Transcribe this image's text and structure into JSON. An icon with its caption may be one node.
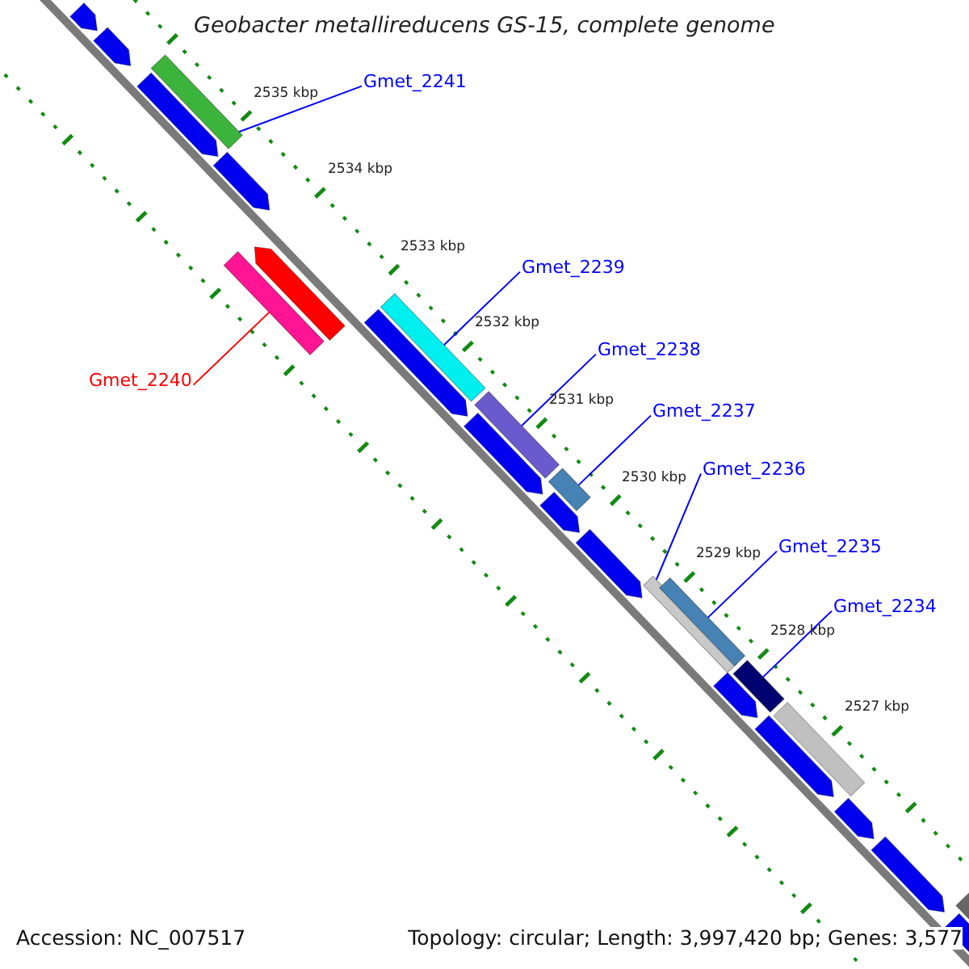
{
  "diagram": {
    "title": "Geobacter metallireducens GS-15, complete genome",
    "nodes": [
      {
        "text": [
          "Gmet_2241"
        ]
      },
      {
        "text": [],
        "shape": "bar"
      },
      {
        "text": [
          "Gmet_2239"
        ]
      },
      {
        "text": [],
        "shape": "bar"
      },
      {
        "text": [
          "Gmet_2240"
        ]
      },
      {
        "text": [],
        "shape": "bar"
      },
      {
        "text": [
          "Gmet_2238"
        ]
      },
      {
        "text": [],
        "shape": "bar"
      },
      {
        "text": [
          "Gmet_2237"
        ]
      },
      {
        "text": [],
        "shape": "bar"
      },
      {
        "text": [
          "Gmet_2236"
        ]
      },
      {
        "text": [],
        "shape": "bar"
      },
      {
        "text": [
          "Gmet_2235"
        ]
      },
      {
        "text": [],
        "shape": "bar"
      },
      {
        "text": [
          "Gmet_2234"
        ]
      },
      {
        "text": [],
        "shape": "bar"
      }
    ],
    "edges": [
      {
        "from": 0,
        "to": 1,
        "arrow": "none"
      },
      {
        "from": 2,
        "to": 3,
        "arrow": "none"
      },
      {
        "from": 4,
        "to": 5,
        "arrow": "none",
        "color": "#ff0000"
      },
      {
        "from": 6,
        "to": 7,
        "arrow": "none"
      },
      {
        "from": 8,
        "to": 9,
        "arrow": "none"
      },
      {
        "from": 10,
        "to": 11,
        "arrow": "none"
      },
      {
        "from": 12,
        "to": 13,
        "arrow": "none"
      },
      {
        "from": 14,
        "to": 15,
        "arrow": "none"
      }
    ],
    "labels": [
      "2535 kbp",
      "2534 kbp",
      "2533 kbp",
      "2532 kbp",
      "2531 kbp",
      "2530 kbp",
      "2529 kbp",
      "2528 kbp",
      "2527 kbp",
      "Accession: NC_007517",
      "Topology: circular; Length: 3,997,420 bp; Genes: 3,577"
    ]
  }
}
